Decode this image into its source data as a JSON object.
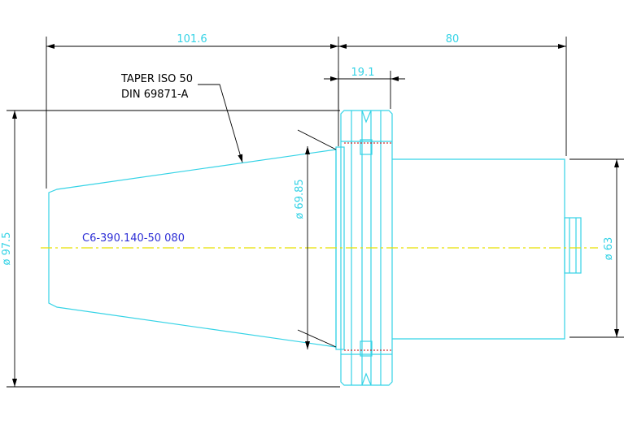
{
  "colors": {
    "outline": "#35d3e6",
    "dimension": "#000000",
    "centerline": "#e7e000",
    "part_label": "#2e2fd6",
    "hidden": "#cc0000"
  },
  "dimensions": {
    "taper_length": "101.6",
    "shank_length": "80",
    "flange_width": "19.1",
    "flange_diameter": "ø 97.5",
    "gauge_diameter": "ø 69.85",
    "shank_diameter": "ø 63"
  },
  "notes": {
    "taper_line1": "TAPER ISO 50",
    "taper_line2": "DIN 69871-A"
  },
  "part_number": "C6-390.140-50 080"
}
